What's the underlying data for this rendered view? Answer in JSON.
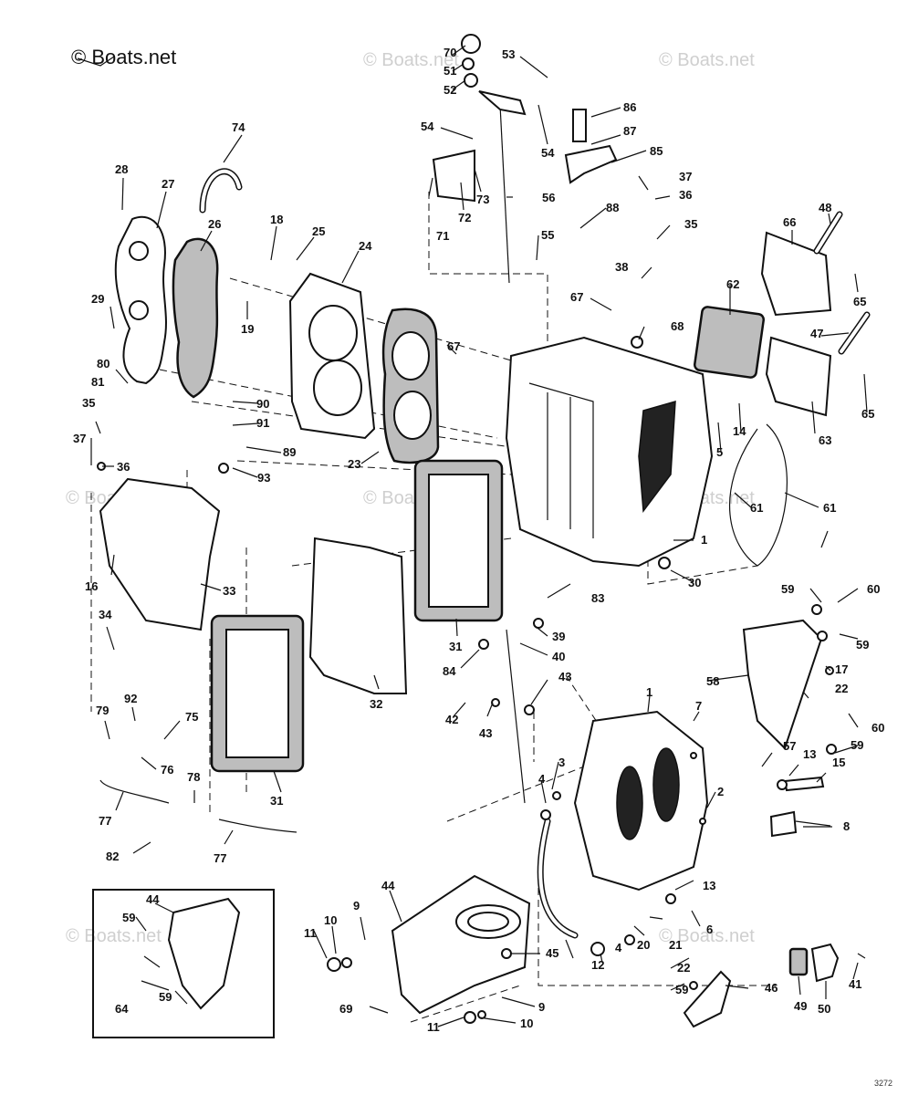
{
  "copyright": "© Boats.net",
  "watermarks": [
    "© Boats.net",
    "© Boats.net",
    "© Boats.net",
    "© Boats.net",
    "© Boats.net",
    "© Boats.net",
    "© Boats.net"
  ],
  "drawing_code": "3272",
  "callouts": {
    "c1a": "1",
    "c1b": "1",
    "c2": "2",
    "c3": "3",
    "c4a": "4",
    "c4b": "4",
    "c5": "5",
    "c6": "6",
    "c7": "7",
    "c8": "8",
    "c9a": "9",
    "c9b": "9",
    "c10a": "10",
    "c10b": "10",
    "c11a": "11",
    "c11b": "11",
    "c12": "12",
    "c13a": "13",
    "c13b": "13",
    "c14": "14",
    "c15": "15",
    "c16": "16",
    "c17": "17",
    "c18": "18",
    "c19": "19",
    "c20": "20",
    "c21": "21",
    "c22a": "22",
    "c22b": "22",
    "c23": "23",
    "c24": "24",
    "c25": "25",
    "c26": "26",
    "c27": "27",
    "c28": "28",
    "c29": "29",
    "c30": "30",
    "c31a": "31",
    "c31b": "31",
    "c32": "32",
    "c33": "33",
    "c34": "34",
    "c35a": "35",
    "c35b": "35",
    "c36a": "36",
    "c36b": "36",
    "c37a": "37",
    "c37b": "37",
    "c38": "38",
    "c39": "39",
    "c40": "40",
    "c41": "41",
    "c42": "42",
    "c43a": "43",
    "c43b": "43",
    "c44a": "44",
    "c44b": "44",
    "c45": "45",
    "c46": "46",
    "c47": "47",
    "c48": "48",
    "c49": "49",
    "c50": "50",
    "c51": "51",
    "c52": "52",
    "c53": "53",
    "c54a": "54",
    "c54b": "54",
    "c55": "55",
    "c56": "56",
    "c57": "57",
    "c58": "58",
    "c59a": "59",
    "c59b": "59",
    "c59c": "59",
    "c59d": "59",
    "c59e": "59",
    "c59f": "59",
    "c60a": "60",
    "c60b": "60",
    "c61a": "61",
    "c61b": "61",
    "c62": "62",
    "c63": "63",
    "c64": "64",
    "c65a": "65",
    "c65b": "65",
    "c66": "66",
    "c67a": "67",
    "c67b": "67",
    "c68": "68",
    "c69": "69",
    "c70": "70",
    "c71": "71",
    "c72": "72",
    "c73": "73",
    "c74": "74",
    "c75": "75",
    "c76": "76",
    "c77a": "77",
    "c77b": "77",
    "c78": "78",
    "c79": "79",
    "c80": "80",
    "c81": "81",
    "c82": "82",
    "c83": "83",
    "c84": "84",
    "c85": "85",
    "c86": "86",
    "c87": "87",
    "c88": "88",
    "c89": "89",
    "c90": "90",
    "c91": "91",
    "c92": "92",
    "c93": "93"
  }
}
